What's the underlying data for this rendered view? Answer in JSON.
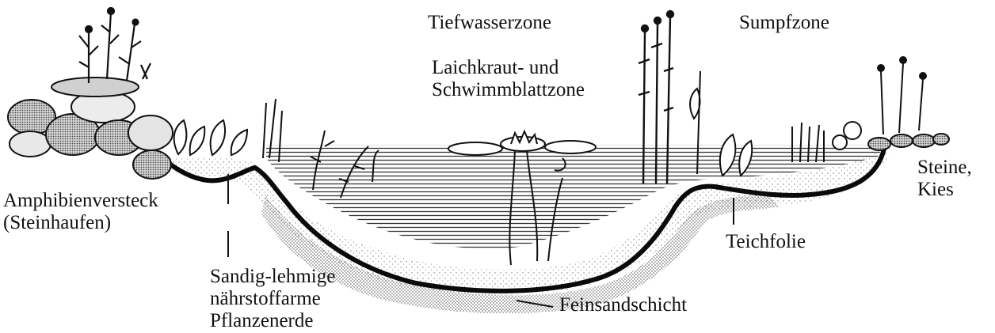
{
  "labels": {
    "deep_zone": "Tiefwasserzone",
    "swamp_zone": "Sumpfzone",
    "floating_zone_line1": "Laichkraut- und",
    "floating_zone_line2": "Schwimmblattzone",
    "amphibian_line1": "Amphibienversteck",
    "amphibian_line2": "(Steinhaufen)",
    "stones_line1": "Steine,",
    "stones_line2": "Kies",
    "pond_liner": "Teichfolie",
    "soil_line1": "Sandig-lehmige",
    "soil_line2": "nährstoffarme",
    "soil_line3": "Pflanzenerde",
    "fine_sand": "Feinsandschicht"
  },
  "colors": {
    "ink": "#111111",
    "water_line": "#333333",
    "liner": "#0a0a0a",
    "sand_dots": "#555555"
  }
}
